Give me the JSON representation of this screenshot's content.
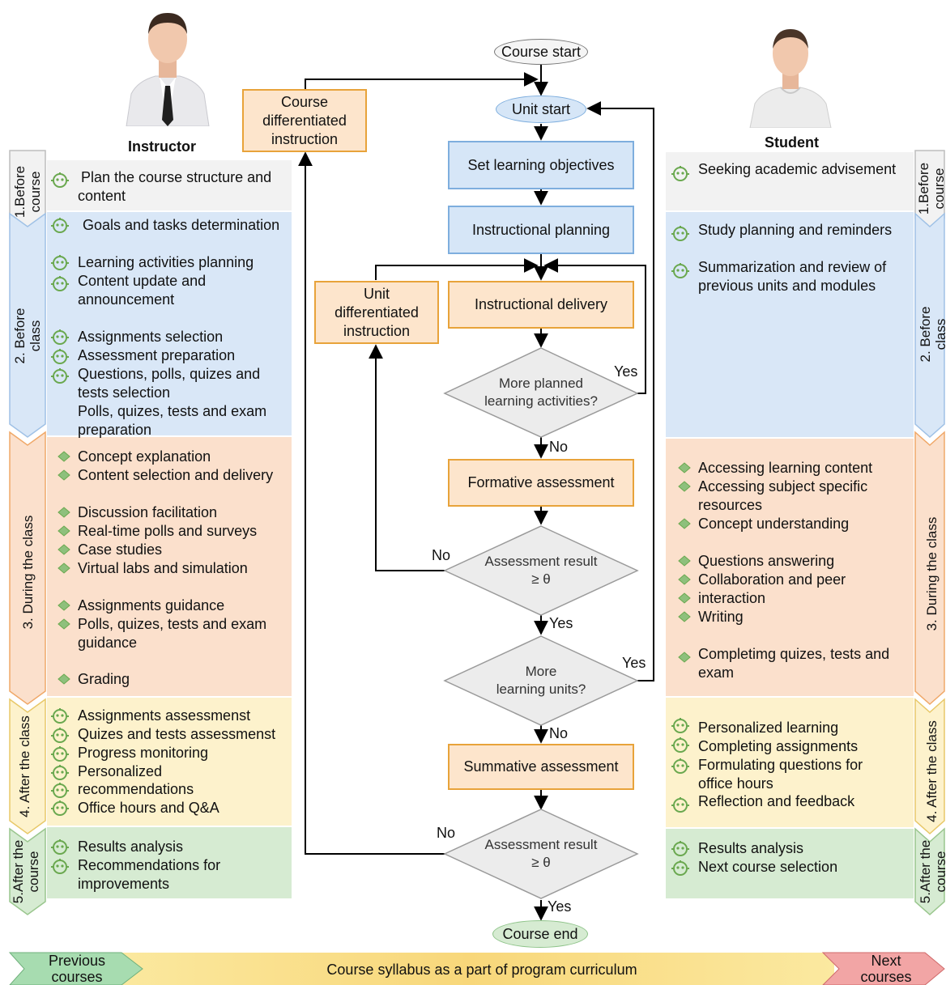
{
  "instructor": {
    "label": "Instructor",
    "stages": {
      "before_course": [
        "Plan the course structure and",
        "content"
      ],
      "before_class": [
        "Goals and tasks determination",
        "Learning activities planning",
        "Content update and",
        "announcement",
        "Assignments selection",
        "Assessment preparation",
        "Questions, polls, quizes and",
        "tests selection",
        "Polls, quizes, tests and exam",
        "preparation"
      ],
      "during_class": [
        "Concept explanation",
        "Content selection and delivery",
        "Discussion facilitation",
        "Real-time polls and surveys",
        "Case studies",
        "Virtual labs and simulation",
        "Assignments guidance",
        "Polls, quizes, tests and exam",
        "guidance",
        "Grading"
      ],
      "after_class": [
        "Assignments assessmenst",
        "Quizes and tests assessmenst",
        "Progress monitoring",
        "Personalized",
        "recommendations",
        "Office hours and Q&A"
      ],
      "after_course": [
        "Results analysis",
        "Recommendations for",
        "improvements"
      ]
    }
  },
  "student": {
    "label": "Student",
    "stages": {
      "before_course": [
        "Seeking academic advisement"
      ],
      "before_class": [
        "Study planning and reminders",
        "Summarization and review of",
        "previous units and modules"
      ],
      "during_class": [
        "Accessing learning content",
        "Accessing subject specific",
        "resources",
        "Concept understanding",
        "Questions answering",
        "Collaboration and peer",
        "interaction",
        "Writing",
        "Completimg quizes, tests and",
        "exam"
      ],
      "after_class": [
        "Personalized learning",
        "Completing assignments",
        "Formulating questions for",
        "office hours",
        "Reflection and feedback"
      ],
      "after_course": [
        "Results analysis",
        "Next course selection"
      ]
    }
  },
  "stage_labels": {
    "before_course": "1.Before\ncourse",
    "before_class": "2. Before\nclass",
    "during_class": "3. During the class",
    "after_class": "4. After the class",
    "after_course": "5.After the\ncourse"
  },
  "flow": {
    "course_start": "Course start",
    "unit_start": "Unit start",
    "set_objectives": "Set learning objectives",
    "instructional_planning": "Instructional planning",
    "instructional_delivery": "Instructional delivery",
    "unit_diff": "Unit\ndifferentiated\ninstruction",
    "course_diff": "Course\ndifferentiated\ninstruction",
    "decision_more_activities": "More planned\nlearning activities?",
    "formative": "Formative assessment",
    "decision_assessment_1": "Assessment result\n≥ θ",
    "decision_more_units": "More\nlearning units?",
    "summative": "Summative assessment",
    "decision_assessment_2": "Assessment result\n≥ θ",
    "course_end": "Course end",
    "yes": "Yes",
    "no": "No"
  },
  "bottom_bar": {
    "previous": "Previous\ncourses",
    "center": "Course syllabus as a part of program curriculum",
    "next": "Next\ncourses"
  },
  "colors": {
    "stage1": "#f2f2f2",
    "stage2": "#d9e7f7",
    "stage3": "#fbe0cc",
    "stage4": "#fdf2cc",
    "stage5": "#d6ebd2",
    "orange_border": "#e8a33a",
    "icon_green": "#6aa84f"
  }
}
